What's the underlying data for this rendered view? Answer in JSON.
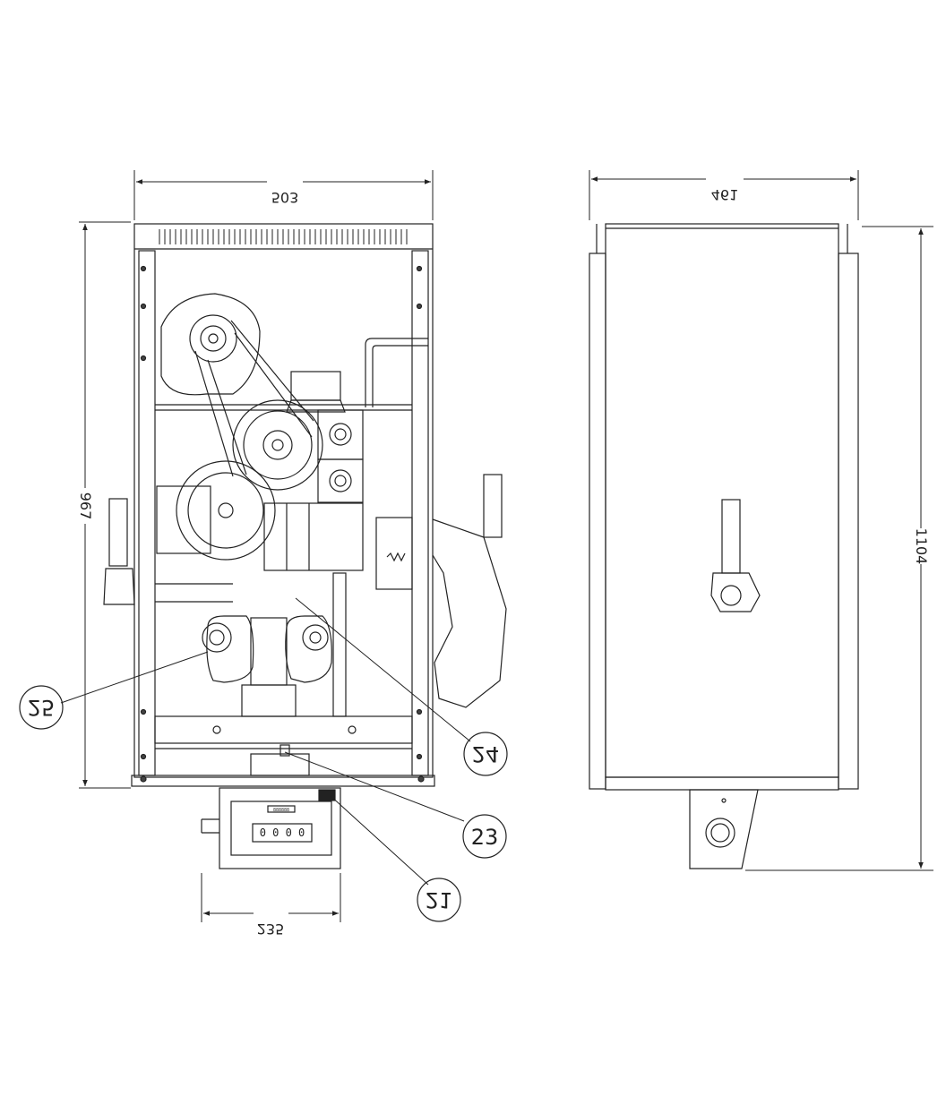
{
  "front_view": {
    "width_dim": "503",
    "height_dim": "967",
    "counter_width_dim": "235",
    "counter_display": "0 0 0 0",
    "counter_small_display": "888888"
  },
  "side_view": {
    "width_dim": "461",
    "height_dim": "1104"
  },
  "callouts": [
    {
      "label": "25"
    },
    {
      "label": "24"
    },
    {
      "label": "23"
    },
    {
      "label": "21"
    }
  ]
}
